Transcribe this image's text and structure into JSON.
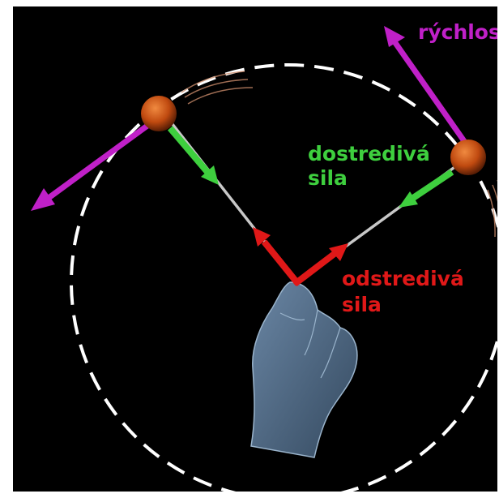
{
  "labels": {
    "velocity": "rýchlosť",
    "centripetal_line1": "dostredivá",
    "centripetal_line2": "sila",
    "centrifugal_line1": "odstredivá",
    "centrifugal_line2": "sila"
  },
  "colors": {
    "background": "#000000",
    "orbit": "#ffffff",
    "velocity": "#c020c8",
    "centripetal": "#3ecf3e",
    "centrifugal": "#e01818",
    "ball": "#d05818",
    "hand": "#4f6a86",
    "string": "#c8c8c8"
  },
  "icons": {
    "ball": "ball-icon",
    "hand": "hand-icon"
  }
}
